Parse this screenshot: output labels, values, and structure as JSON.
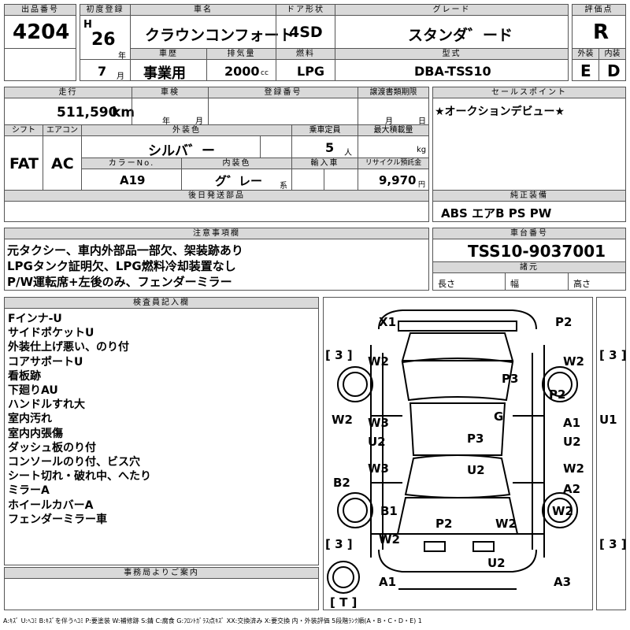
{
  "header": {
    "lot_no_label": "出品番号",
    "lot_no": "4204",
    "first_reg_label": "初度登録",
    "era": "H",
    "year": "26",
    "year_unit": "年",
    "month": "7",
    "month_unit": "月",
    "car_name_label": "車名",
    "car_name": "クラウンコンフォート",
    "door_label": "ドア形状",
    "door": "4SD",
    "grade_label": "グレード",
    "grade": "スタンダ゛ード",
    "score_label": "評価点",
    "score": "R",
    "history_label": "車歴",
    "history": "事業用",
    "displacement_label": "排気量",
    "displacement": "2000",
    "displacement_unit": "cc",
    "fuel_label": "燃料",
    "fuel": "LPG",
    "model_label": "型式",
    "model": "DBA-TSS10",
    "ext_label": "外装",
    "ext": "E",
    "int_label": "内装",
    "int": "D"
  },
  "row2": {
    "mileage_label": "走行",
    "mileage": "511,590",
    "mileage_unit": "km",
    "inspection_label": "車検",
    "insp_year_unit": "年",
    "insp_month_unit": "月",
    "reg_no_label": "登録番号",
    "transfer_label": "譲渡書類期限",
    "transfer_month_unit": "月",
    "transfer_day_unit": "日",
    "sales_label": "セールスポイント",
    "sales": "★オークションデビュー★",
    "shift_label": "シフト",
    "shift": "FAT",
    "ac_label": "エアコン",
    "ac": "AC",
    "color_label": "外装色",
    "color": "シルバ゛ー",
    "seats_label": "乗車定員",
    "seats": "5",
    "seats_unit": "人",
    "load_label": "最大積載量",
    "load_unit": "kg",
    "color_no_label": "カラーNo.",
    "color_no": "A19",
    "interior_color_label": "内装色",
    "interior_color": "グ゛レー",
    "interior_color_unit": "系",
    "import_label": "輸入車",
    "recycle_label": "リサイクル預託金",
    "recycle": "9,970",
    "recycle_unit": "円",
    "later_parts_label": "後日発送部品",
    "equipment_label": "純正装備",
    "equipment": "ABS エアB PS PW"
  },
  "notes": {
    "label": "注意事項欄",
    "lines": [
      "元タクシー、車内外部品一部欠、架装跡あり",
      "LPGタンク証明欠、LPG燃料冷却装置なし",
      "P/W運転席+左後のみ、フェンダーミラー"
    ],
    "chassis_label": "車台番号",
    "chassis": "TSS10-9037001",
    "dims_label": "諸元",
    "length_label": "長さ",
    "width_label": "幅",
    "height_label": "高さ"
  },
  "inspector": {
    "label": "検査員記入欄",
    "lines": [
      "Fインナ-U",
      "サイドポケットU",
      "外装仕上げ悪い、のり付",
      "コアサポートU",
      "看板跡",
      "下廻りAU",
      "ハンドルすれ大",
      "室内汚れ",
      "室内内張傷",
      "ダッシュ板のり付",
      "コンソールのり付、ビス穴",
      "シート切れ・破れ中、へたり",
      "ミラーA",
      "ホイールカバーA",
      "フェンダーミラー車"
    ]
  },
  "office": {
    "label": "事務局よりご案内"
  },
  "diagram": {
    "marks": {
      "x1": "X1",
      "p2a": "P2",
      "w2a": "W2",
      "w2b": "W2",
      "p3a": "P3",
      "p2b": "P2",
      "w2c": "W2",
      "w3a": "W3",
      "u2a": "U2",
      "g": "G",
      "a1a": "A1",
      "u2b": "U2",
      "u1": "U1",
      "p3b": "P3",
      "w3b": "W3",
      "u2c": "U2",
      "w2d": "W2",
      "a2": "A2",
      "b2": "B2",
      "b1": "B1",
      "p2c": "P2",
      "w2e": "W2",
      "w2f": "W2",
      "w2g": "W2",
      "u2d": "U2",
      "a1b": "A1",
      "a3": "A3"
    },
    "tire_marks": [
      "[ 3 ]",
      "[ 3 ]",
      "[ 3 ]",
      "[ 3 ]",
      "[ T ]"
    ]
  },
  "footer": {
    "legend": "A:ｷｽﾞ U:ﾍｺﾐ B:ｷｽﾞを伴うﾍｺﾐ P:要塗装 W:補修跡 S:錆 C:腐食 G:ﾌﾛﾝﾄｶﾞﾗｽ点ｷｽﾞ XX:交換済み X:要交換 内・外装評価 5段階ﾗﾝｸ順(A・B・C・D・E) 1"
  }
}
